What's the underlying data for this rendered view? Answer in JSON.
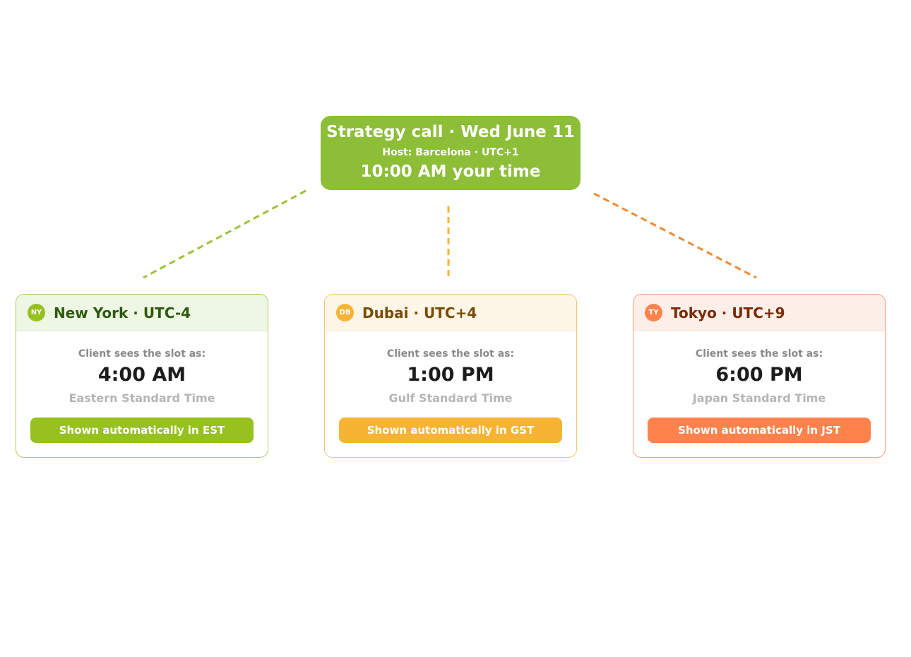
{
  "host": {
    "title": "Strategy call · Wed June 11",
    "subtitle": "Host: Barcelona · UTC+1",
    "time": "10:00 AM your time",
    "color": "#8cbe37"
  },
  "cities": [
    {
      "badge": "NY",
      "name": "New York · UTC-4",
      "caption": "Client sees the slot as:",
      "time": "4:00 AM",
      "zone": "Eastern Standard Time",
      "note": "Shown automatically in EST",
      "accent": "#96c11f",
      "border": "#a9cf5b",
      "header_bg": "#eef7e4",
      "title_color": "#2d5a0e",
      "line_color": "#9cc23a"
    },
    {
      "badge": "DB",
      "name": "Dubai · UTC+4",
      "caption": "Client sees the slot as:",
      "time": "1:00 PM",
      "zone": "Gulf Standard Time",
      "note": "Shown automatically in GST",
      "accent": "#f7b334",
      "border": "#f3c86e",
      "header_bg": "#fdf5e5",
      "title_color": "#7a4a05",
      "line_color": "#f7b334"
    },
    {
      "badge": "TY",
      "name": "Tokyo · UTC+9",
      "caption": "Client sees the slot as:",
      "time": "6:00 PM",
      "zone": "Japan Standard Time",
      "note": "Shown automatically in JST",
      "accent": "#ff824c",
      "border": "#f4a07c",
      "header_bg": "#fdeee8",
      "title_color": "#7a2a08",
      "line_color": "#ee8a32"
    }
  ]
}
